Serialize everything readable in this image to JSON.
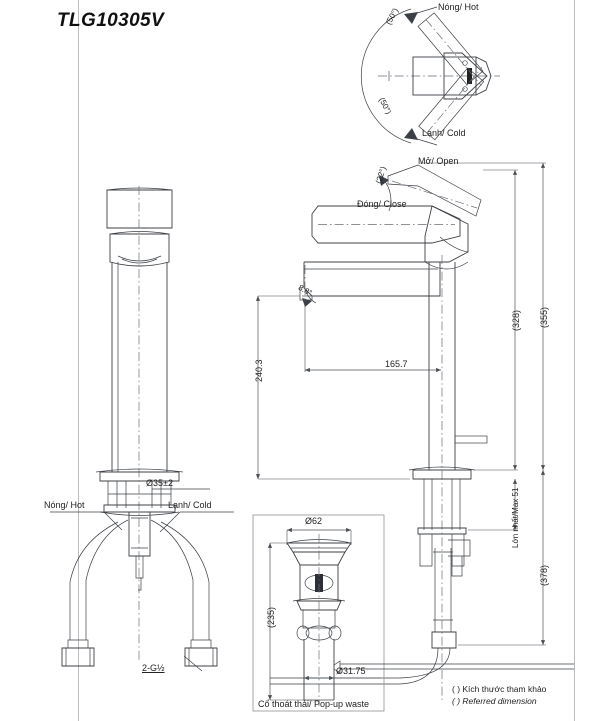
{
  "document": {
    "title": "TLG10305V",
    "type": "technical-dimension-drawing",
    "product": "single-lever basin faucet"
  },
  "borders": {
    "line_color": "#b9bcc0",
    "line_weight": "1px"
  },
  "views": {
    "top_view": {
      "name": "lever-swing-top-view",
      "labels": {
        "hot": "Nóng/ Hot",
        "cold": "Lạnh/ Cold",
        "angle_upper": "(50°)",
        "angle_lower": "(50°)"
      }
    },
    "side_view": {
      "name": "faucet-side-elevation",
      "labels": {
        "open": "Mở/ Open",
        "close": "Đóng/ Close",
        "lever_angle": "(22°)",
        "spout_angle": "8.8°"
      },
      "dimensions": {
        "spout_height": "240.3",
        "spout_reach": "165.7",
        "body_height": "(328)",
        "overall_height": "(355)",
        "total_height": "(378)",
        "max_thickness": "Lớn nhất/Max 51"
      }
    },
    "front_view": {
      "name": "faucet-front-elevation",
      "labels": {
        "hot": "Nóng/ Hot",
        "cold": "Lạnh/ Cold"
      },
      "dimensions": {
        "base_diameter": "Ø35±2",
        "supply_thread": "2-G½"
      }
    },
    "waste_view": {
      "name": "pop-up-waste-detail",
      "caption": "Cổ thoát thải/ Pop-up waste",
      "dimensions": {
        "flange_diameter": "Ø62",
        "tail_diameter": "Ø31.75",
        "overall_length": "(235)"
      }
    }
  },
  "legend": {
    "line_vi": "( ) Kích thước tham khảo",
    "line_en": "( ) Referred dimension"
  },
  "colors": {
    "outline": "#3c4046",
    "centerline": "#6a6f76",
    "dimension": "#4a4f55",
    "text": "#222222",
    "border": "#b9bcc0",
    "page": "#ffffff"
  }
}
